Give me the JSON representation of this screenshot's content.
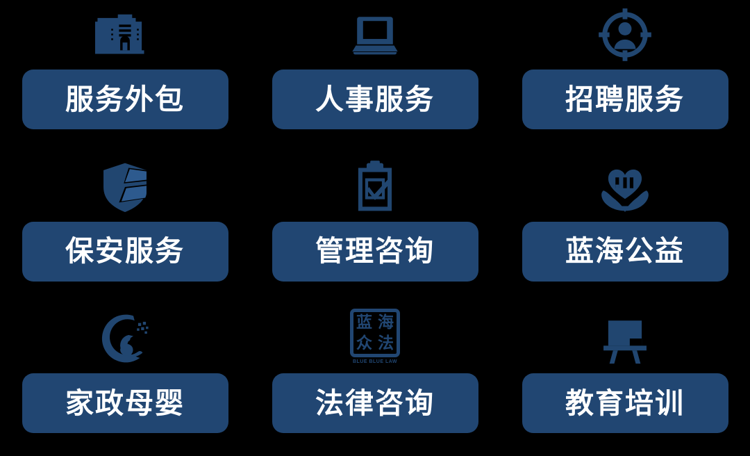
{
  "theme": {
    "background": "#000000",
    "brand_blue": "#214672",
    "label_text_color": "#ffffff"
  },
  "grid": {
    "columns": 3,
    "rows": 3,
    "items": [
      {
        "label": "服务外包",
        "icon": "office-building-icon"
      },
      {
        "label": "人事服务",
        "icon": "laptop-icon"
      },
      {
        "label": "招聘服务",
        "icon": "person-target-icon"
      },
      {
        "label": "保安服务",
        "icon": "shield-icon"
      },
      {
        "label": "管理咨询",
        "icon": "clipboard-check-icon"
      },
      {
        "label": "蓝海公益",
        "icon": "hands-heart-icon"
      },
      {
        "label": "家政母婴",
        "icon": "mother-baby-icon"
      },
      {
        "label": "法律咨询",
        "icon": "law-seal-logo-icon",
        "seal_characters": [
          "蓝",
          "海",
          "众",
          "法"
        ],
        "seal_subtitle": "BLUE BLUE LAW"
      },
      {
        "label": "教育培训",
        "icon": "blackboard-icon"
      }
    ]
  }
}
